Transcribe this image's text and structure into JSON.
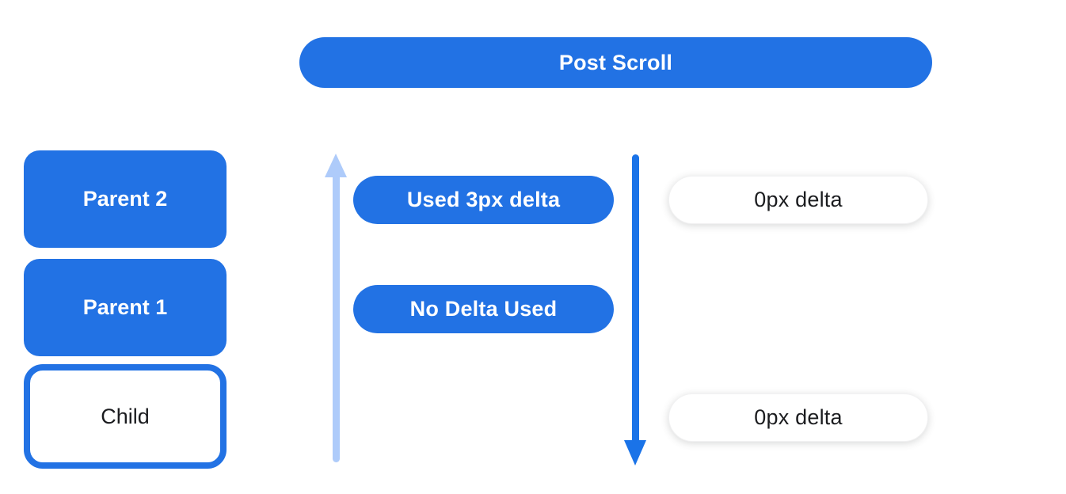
{
  "header": {
    "label": "Post Scroll"
  },
  "left_stack": {
    "boxes": [
      {
        "label": "Parent 2",
        "style": "filled"
      },
      {
        "label": "Parent 1",
        "style": "filled"
      },
      {
        "label": "Child",
        "style": "outlined"
      }
    ]
  },
  "center": {
    "up_arrow_icon": "light-blue-arrow-up",
    "down_arrow_icon": "blue-arrow-down",
    "pills": [
      {
        "label": "Used 3px delta"
      },
      {
        "label": "No Delta Used"
      }
    ]
  },
  "right": {
    "pills": [
      {
        "label": "0px delta"
      },
      {
        "label": "0px delta"
      }
    ]
  },
  "colors": {
    "primary_blue": "#2272E4",
    "arrow_blue": "#1A73E8",
    "light_arrow_blue": "#AECBFA",
    "text_dark": "#1B1C1F",
    "white": "#FFFFFF"
  }
}
